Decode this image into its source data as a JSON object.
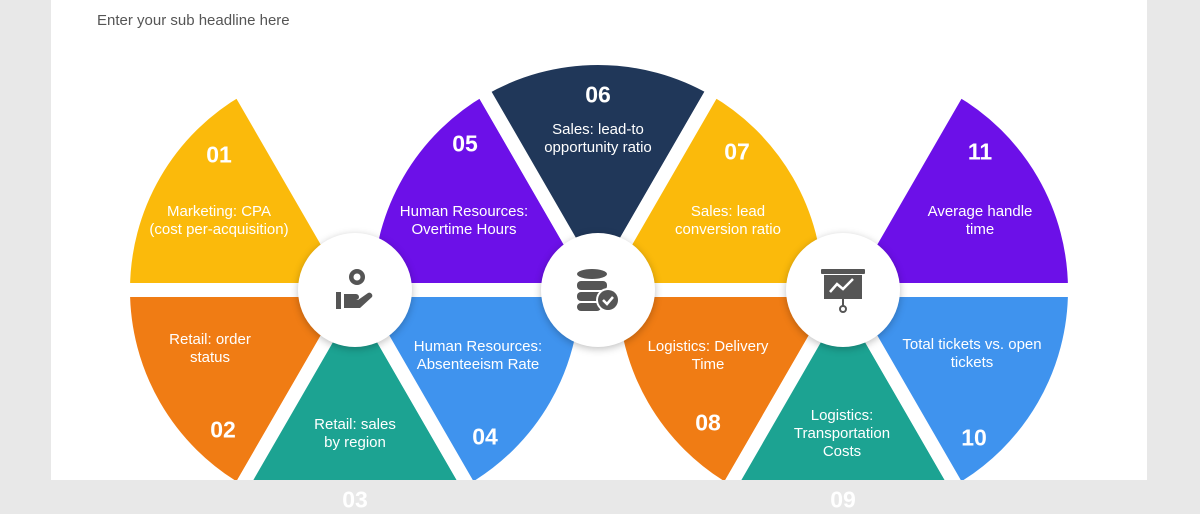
{
  "subheadline": "Enter your sub headline here",
  "colors": {
    "yellow": "#FBBA0B",
    "orange": "#F07C14",
    "teal": "#1CA392",
    "blue": "#3F93EE",
    "purple": "#6C10E8",
    "navy": "#203759",
    "background": "#E8E8E8"
  },
  "segments": [
    {
      "number": "01",
      "label": "Marketing: CPA\n(cost per-acquisition)",
      "color": "yellow"
    },
    {
      "number": "02",
      "label": "Retail: order\nstatus",
      "color": "orange"
    },
    {
      "number": "03",
      "label": "Retail: sales\nby region",
      "color": "teal"
    },
    {
      "number": "04",
      "label": "Human Resources:\nAbsenteeism Rate",
      "color": "blue"
    },
    {
      "number": "05",
      "label": "Human Resources:\nOvertime Hours",
      "color": "purple"
    },
    {
      "number": "06",
      "label": "Sales: lead-to\nopportunity ratio",
      "color": "navy"
    },
    {
      "number": "07",
      "label": "Sales: lead\nconversion ratio",
      "color": "yellow"
    },
    {
      "number": "08",
      "label": "Logistics: Delivery\nTime",
      "color": "orange"
    },
    {
      "number": "09",
      "label": "Logistics:\nTransportation\nCosts",
      "color": "teal"
    },
    {
      "number": "10",
      "label": "Total tickets vs. open\ntickets",
      "color": "blue"
    },
    {
      "number": "11",
      "label": "Average handle\ntime",
      "color": "purple"
    }
  ],
  "hubs": [
    {
      "icon": "hand-coin-icon"
    },
    {
      "icon": "database-check-icon"
    },
    {
      "icon": "presentation-chart-icon"
    }
  ]
}
